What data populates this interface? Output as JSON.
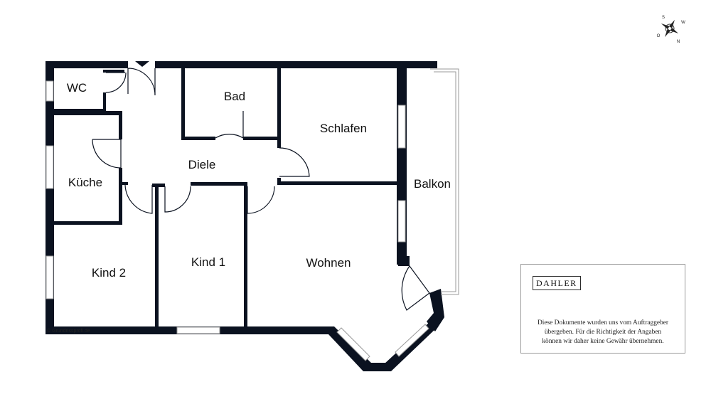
{
  "rooms": {
    "wc": "WC",
    "bad": "Bad",
    "schlafen": "Schlafen",
    "kueche": "Küche",
    "diele": "Diele",
    "balkon": "Balkon",
    "kind2": "Kind 2",
    "kind1": "Kind 1",
    "wohnen": "Wohnen"
  },
  "copyright": "© Grundrissprofi.de",
  "compass": {
    "n": "N",
    "s": "S",
    "o": "O",
    "w": "W"
  },
  "disclaimer": {
    "brand": "DAHLER",
    "lines": [
      "Diese Dokumente wurden uns vom Auftraggeber",
      "übergeben. Für die Richtigkeit der Angaben",
      "können wir daher keine Gewähr übernehmen."
    ]
  },
  "colors": {
    "wall": "#0b1220",
    "window": "#9a9a9a",
    "text": "#111111",
    "background": "#ffffff"
  }
}
